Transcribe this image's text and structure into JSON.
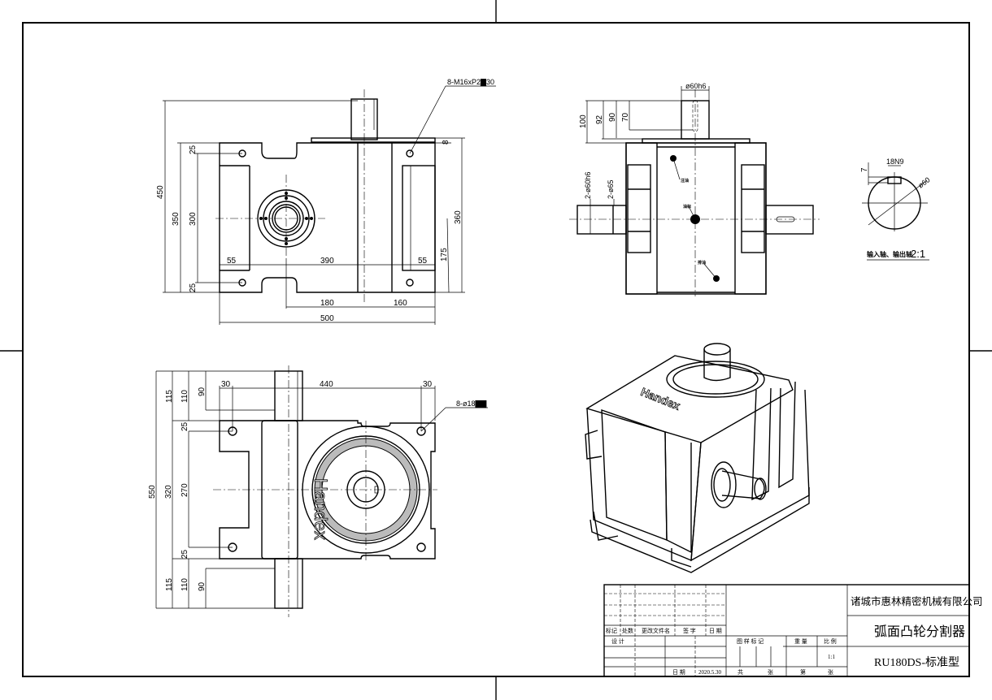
{
  "dims_top": {
    "d450": "450",
    "d350": "350",
    "d300": "300",
    "d25a": "25",
    "d25b": "25",
    "d55a": "55",
    "d390": "390",
    "d55b": "55",
    "d180": "180",
    "d160": "160",
    "d500": "500",
    "d360": "360",
    "d175": "175",
    "d8": "8",
    "thread": "8-M16xP2▇30"
  },
  "dims_bottom": {
    "d550": "550",
    "d115a": "115",
    "d110a": "110",
    "d90a": "90",
    "d320": "320",
    "d270": "270",
    "d25a": "25",
    "d25b": "25",
    "d115b": "115",
    "d110b": "110",
    "d90b": "90",
    "d30a": "30",
    "d440": "440",
    "d30b": "30",
    "holes": "8-ø18▇▇",
    "logo": "Handex"
  },
  "dims_side": {
    "d100": "100",
    "d92": "92",
    "d90": "90",
    "d70": "70",
    "shaft": "ø60h6",
    "in_shaft": "2-ø60h6",
    "in_d": "2-ø65",
    "fill": "注油",
    "level": "油标",
    "drain": "排油"
  },
  "detail": {
    "d7": "7",
    "key": "18N9",
    "dia": "ø60",
    "caption": "输入轴、输出轴",
    "scale": "2:1"
  },
  "iso": {
    "logo": "Handex"
  },
  "title_block": {
    "company": "诸城市惠林精密机械有限公司",
    "name": "弧面凸轮分割器",
    "model": "RU180DS-标准型",
    "mark": "标记",
    "count": "处数",
    "change_doc": "更改文件名",
    "sign": "签 字",
    "date_h": "日 期",
    "design": "设 计",
    "stage_mark": "图 样 标 记",
    "weight": "重 量",
    "ratio": "比 例",
    "ratio_val": "1:1",
    "date_label": "日 期",
    "date_val": "2020.5.30",
    "total": "共",
    "sheets": "张",
    "no": "第",
    "sheet": "张"
  }
}
